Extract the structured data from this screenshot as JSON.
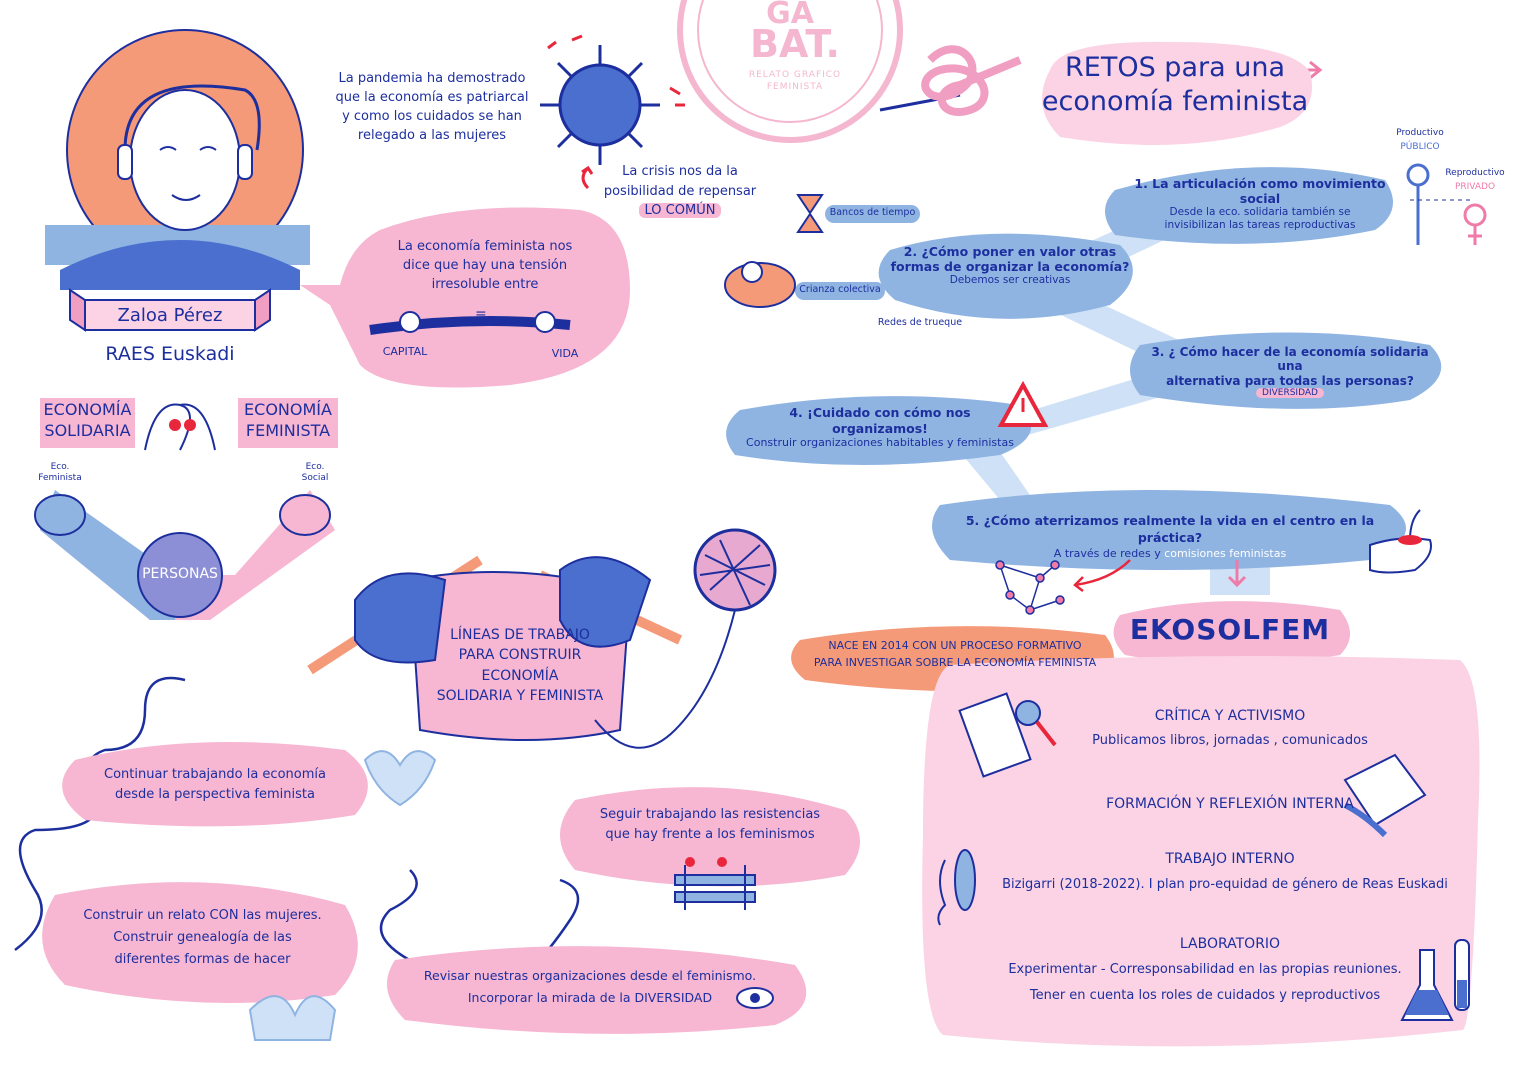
{
  "stamp": {
    "line1": "GA",
    "line2": "BAT.",
    "sub": "RELATO GRAFICO FEMINISTA"
  },
  "title": {
    "line1": "RETOS para una",
    "line2": "economía feminista"
  },
  "speaker": {
    "name": "Zaloa Pérez",
    "org": "RAES Euskadi"
  },
  "pandemic_text": [
    "La pandemia ha demostrado",
    "que la economía es patriarcal",
    "y como los cuidados se han",
    "relegado a las mujeres"
  ],
  "crisis_text": [
    "La crisis nos da la",
    "posibilidad de repensar",
    "LO COMÚN"
  ],
  "tension": {
    "lines": [
      "La economía feminista nos",
      "dice que hay una tensión",
      "irresoluble entre"
    ],
    "left": "CAPITAL",
    "right": "VIDA"
  },
  "eco_labels": {
    "left": [
      "ECONOMÍA",
      "SOLIDARIA"
    ],
    "right": [
      "ECONOMÍA",
      "FEMINISTA"
    ]
  },
  "v_diagram": {
    "left_label": [
      "Eco.",
      "Feminista"
    ],
    "right_label": [
      "Eco.",
      "Social"
    ],
    "center": "PERSONAS"
  },
  "lines_of_work": {
    "title": [
      "LÍNEAS DE TRABAJO",
      "PARA CONSTRUIR",
      "ECONOMÍA",
      "SOLIDARIA Y FEMINISTA"
    ],
    "items": [
      [
        "Continuar trabajando la economía",
        "desde la perspectiva feminista"
      ],
      [
        "Construir un relato CON las mujeres.",
        "Construir genealogía de las",
        "diferentes formas de hacer"
      ],
      [
        "Revisar nuestras organizaciones desde el feminismo.",
        "Incorporar la mirada  de la DIVERSIDAD"
      ],
      [
        "Seguir trabajando las resistencias",
        "que hay frente a los feminismos"
      ]
    ]
  },
  "retos": {
    "r1": {
      "title": "1. La articulación como movimiento social",
      "sub": [
        "Desde la eco. solidaria también se",
        "invisibilizan las tareas reproductivas"
      ]
    },
    "r2": {
      "title": [
        "2. ¿Cómo poner en valor otras",
        "formas de organizar la economía?"
      ],
      "sub": "Debemos ser creativas"
    },
    "r2_examples": [
      "Bancos de tiempo",
      "Crianza colectiva",
      "Redes de trueque"
    ],
    "r3": {
      "title": [
        "3. ¿ Cómo hacer de la economía solidaria una",
        "alternativa para todas las personas?"
      ],
      "tag": "DIVERSIDAD"
    },
    "r4": {
      "title": "4. ¡Cuidado con cómo nos organizamos!",
      "sub": "Construir organizaciones habitables y feministas"
    },
    "r5": {
      "title": "5. ¿Cómo aterrizamos realmente la vida en el centro en la práctica?",
      "sub_a": "A través de",
      "sub_b": "redes",
      "sub_c": "y",
      "sub_d": "comisiones feministas"
    }
  },
  "gender": {
    "productivo": "Productivo",
    "publico": "PÚBLICO",
    "reproductivo": "Reproductivo",
    "privado": "PRIVADO"
  },
  "ekosolfem": {
    "title": "EKOSOLFEM",
    "origin": [
      "NACE EN 2014 CON UN PROCESO FORMATIVO",
      "PARA INVESTIGAR SOBRE LA ECONOMÍA FEMINISTA"
    ],
    "sections": [
      {
        "heading": "CRÍTICA Y ACTIVISMO",
        "body": [
          "Publicamos libros, jornadas , comunicados"
        ]
      },
      {
        "heading": "FORMACIÓN Y REFLEXIÓN INTERNA",
        "body": []
      },
      {
        "heading": "TRABAJO INTERNO",
        "body": [
          "Bizigarri (2018-2022). I plan pro-equidad de género de Reas Euskadi"
        ]
      },
      {
        "heading": "LABORATORIO",
        "body": [
          "Experimentar - Corresponsabilidad en las propias reuniones.",
          "Tener en cuenta los roles de cuidados y reproductivos"
        ]
      }
    ]
  },
  "colors": {
    "navy": "#1d2f9e",
    "pink": "#f7b6d1",
    "light_pink": "#fbd3e4",
    "blue": "#8fb4e2",
    "orange": "#f59a78",
    "red": "#e8273c"
  }
}
